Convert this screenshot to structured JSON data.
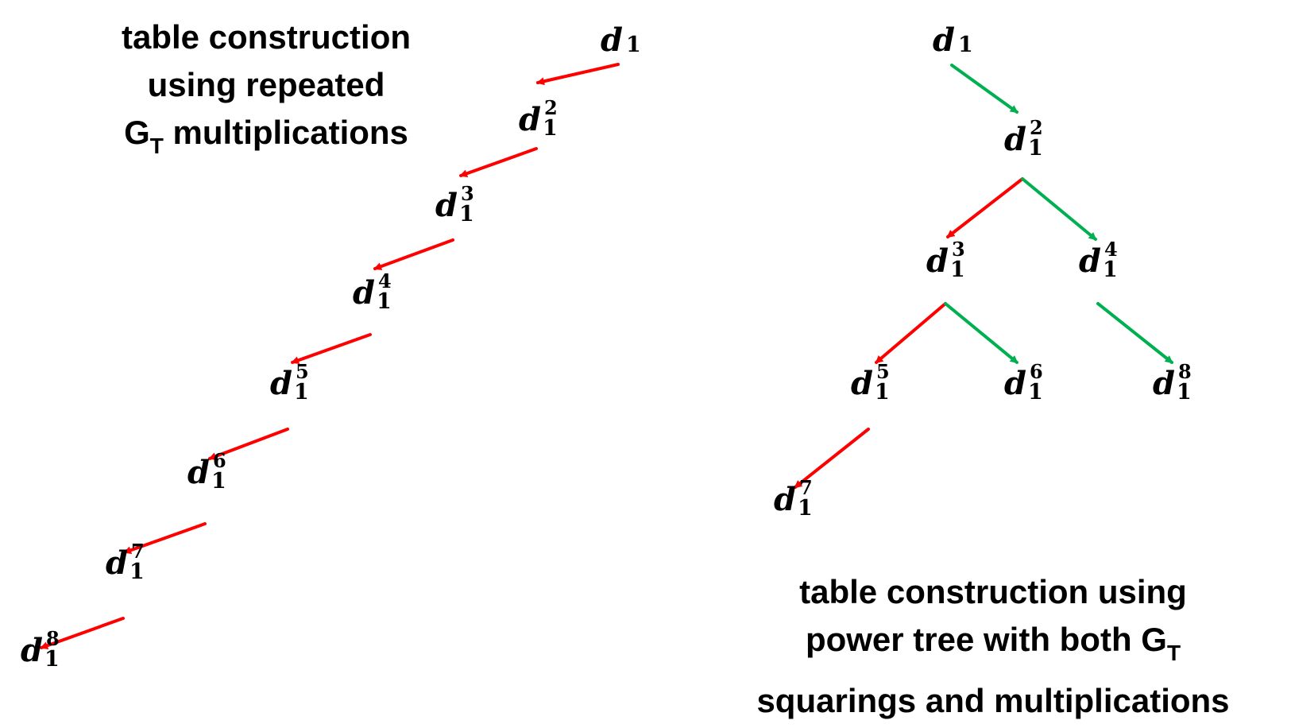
{
  "captions": {
    "left": {
      "line1": "table construction",
      "line2": "using repeated",
      "line3_main": "G",
      "line3_sub": "T",
      "line3_rest": " multiplications"
    },
    "right": {
      "line1": "table construction using",
      "line2_pre": "power tree with both G",
      "line2_sub": "T",
      "line3": "squarings and multiplications"
    }
  },
  "colors": {
    "multiplication": "#ff0000",
    "squaring": "#00b050"
  },
  "nodes": {
    "base": "d",
    "index": "1",
    "left_chain": [
      {
        "id": "L1",
        "power": ""
      },
      {
        "id": "L2",
        "power": "2"
      },
      {
        "id": "L3",
        "power": "3"
      },
      {
        "id": "L4",
        "power": "4"
      },
      {
        "id": "L5",
        "power": "5"
      },
      {
        "id": "L6",
        "power": "6"
      },
      {
        "id": "L7",
        "power": "7"
      },
      {
        "id": "L8",
        "power": "8"
      }
    ],
    "right_tree": [
      {
        "id": "R1",
        "power": ""
      },
      {
        "id": "R2",
        "power": "2"
      },
      {
        "id": "R3",
        "power": "3"
      },
      {
        "id": "R4",
        "power": "4"
      },
      {
        "id": "R5",
        "power": "5"
      },
      {
        "id": "R6",
        "power": "6"
      },
      {
        "id": "R8",
        "power": "8"
      },
      {
        "id": "R7",
        "power": "7"
      }
    ]
  },
  "edges": {
    "left_chain": [
      {
        "from": "L1",
        "to": "L2",
        "kind": "multiplication"
      },
      {
        "from": "L2",
        "to": "L3",
        "kind": "multiplication"
      },
      {
        "from": "L3",
        "to": "L4",
        "kind": "multiplication"
      },
      {
        "from": "L4",
        "to": "L5",
        "kind": "multiplication"
      },
      {
        "from": "L5",
        "to": "L6",
        "kind": "multiplication"
      },
      {
        "from": "L6",
        "to": "L7",
        "kind": "multiplication"
      },
      {
        "from": "L7",
        "to": "L8",
        "kind": "multiplication"
      }
    ],
    "right_tree": [
      {
        "from": "R1",
        "to": "R2",
        "kind": "squaring"
      },
      {
        "from": "R2",
        "to": "R3",
        "kind": "multiplication"
      },
      {
        "from": "R2",
        "to": "R4",
        "kind": "squaring"
      },
      {
        "from": "R3",
        "to": "R5",
        "kind": "multiplication"
      },
      {
        "from": "R3",
        "to": "R6",
        "kind": "squaring"
      },
      {
        "from": "R4",
        "to": "R8",
        "kind": "squaring"
      },
      {
        "from": "R5",
        "to": "R7",
        "kind": "multiplication"
      }
    ]
  }
}
